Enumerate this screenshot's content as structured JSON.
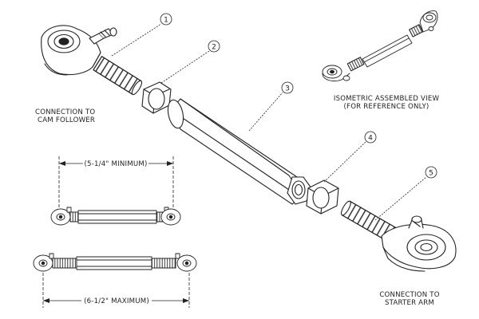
{
  "labels": {
    "cam_1": "CONNECTION TO",
    "cam_2": "CAM FOLLOWER",
    "starter_1": "CONNECTION TO",
    "starter_2": "STARTER ARM",
    "iso_1": "ISOMETRIC ASSEMBLED VIEW",
    "iso_2": "(FOR REFERENCE ONLY)",
    "dim_min": "(5-1/4\" MINIMUM)",
    "dim_max": "(6-1/2\" MAXIMUM)"
  },
  "callouts": [
    "1",
    "2",
    "3",
    "4",
    "5"
  ],
  "colors": {
    "ink": "#222222",
    "paper": "#ffffff"
  }
}
